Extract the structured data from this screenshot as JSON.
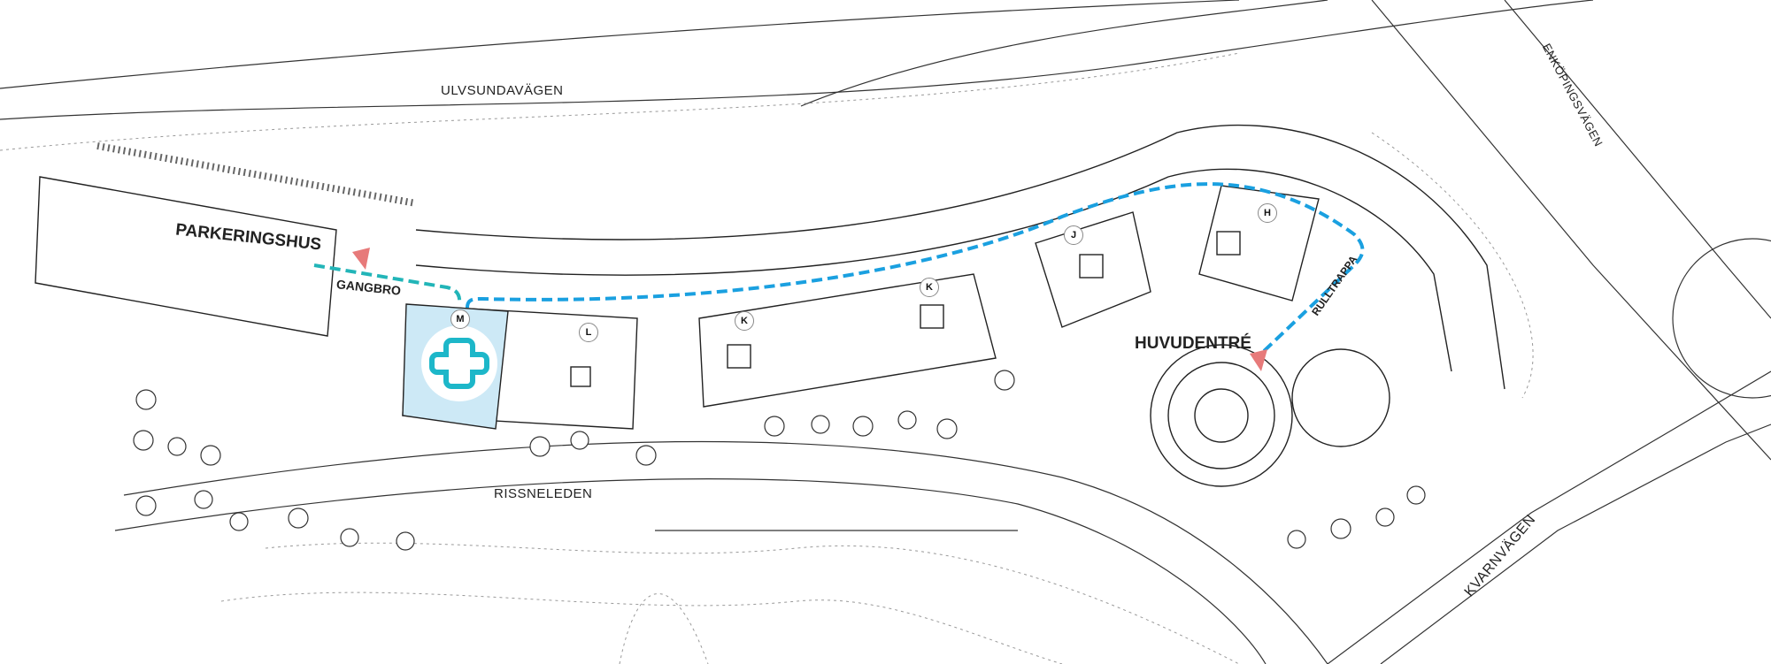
{
  "roads": {
    "north": "ULVSUNDAVÄGEN",
    "south": "RISSNELEDEN",
    "northeast": "ENKÖPINGSVÄGEN",
    "southeast": "KVARNVÄGEN"
  },
  "places": {
    "parking": "PARKERINGSHUS",
    "bridge": "GANGBRO",
    "main_entrance": "HUVUDENTRÉ",
    "escalator": "RULLTRAPPA"
  },
  "buildings": [
    "M",
    "L",
    "K",
    "K",
    "J",
    "H"
  ],
  "highlighted_building": "M",
  "icons": {
    "clinic": "medical-cross-icon",
    "entrance": "entrance-triangle-icon"
  },
  "colors": {
    "highlight": "#cde9f6",
    "route_primary": "#1aa0e0",
    "route_secondary": "#22b5b8",
    "entrance_marker": "#e77a7a",
    "logo": "#1db7c9"
  }
}
